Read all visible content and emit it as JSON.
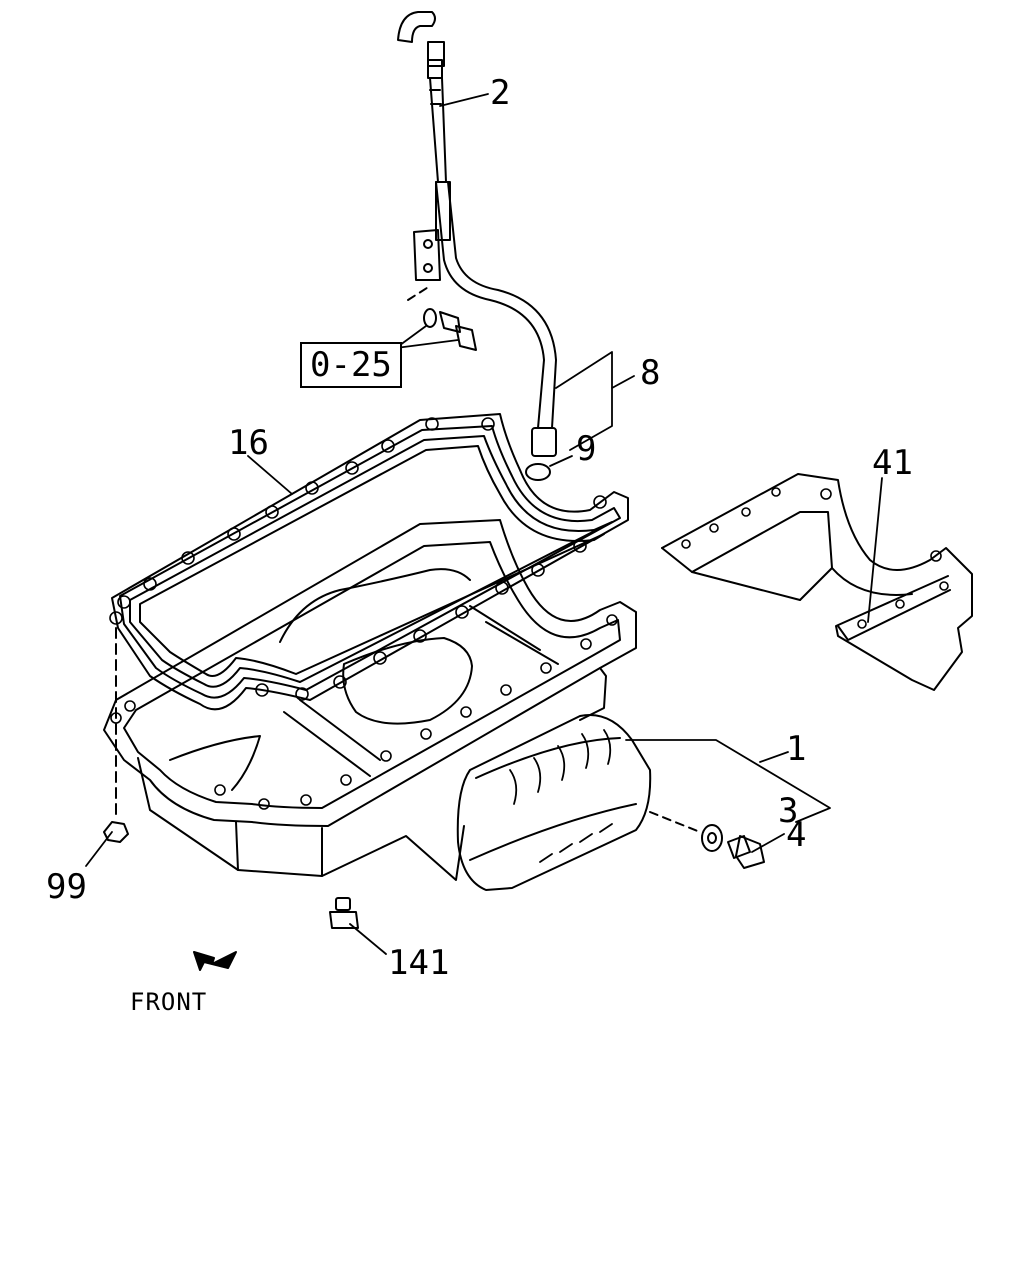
{
  "callouts": {
    "c2": "2",
    "c8": "8",
    "c9": "9",
    "c16": "16",
    "c41": "41",
    "c1": "1",
    "c3": "3",
    "c4": "4",
    "c99": "99",
    "c141": "141"
  },
  "reference_box": "0-25",
  "front_label": "FRONT",
  "colors": {
    "line": "#000000",
    "background": "#ffffff"
  }
}
